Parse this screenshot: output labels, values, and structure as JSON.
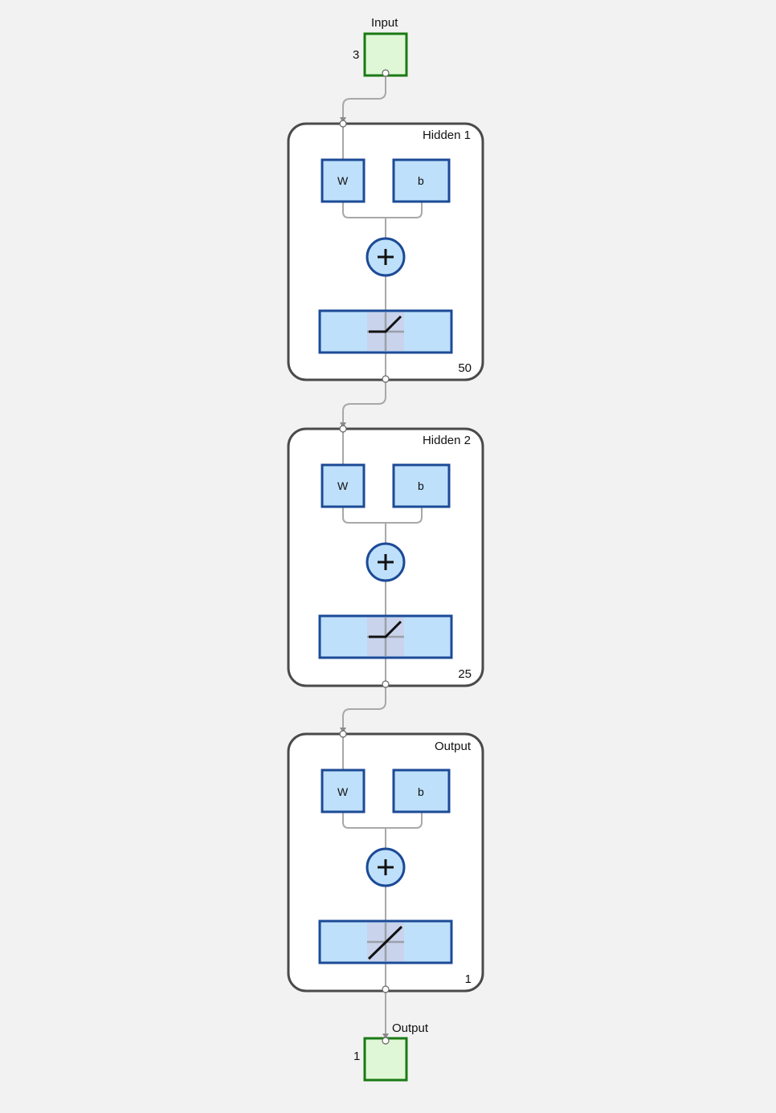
{
  "input": {
    "label": "Input",
    "size": "3"
  },
  "output": {
    "label": "Output",
    "size": "1"
  },
  "layers": [
    {
      "title": "Hidden 1",
      "size": "50",
      "weight": "W",
      "bias": "b",
      "sum_icon": "plus-icon",
      "transfer_icon": "relu-icon"
    },
    {
      "title": "Hidden 2",
      "size": "25",
      "weight": "W",
      "bias": "b",
      "sum_icon": "plus-icon",
      "transfer_icon": "relu-icon"
    },
    {
      "title": "Output",
      "size": "1",
      "weight": "W",
      "bias": "b",
      "sum_icon": "plus-icon",
      "transfer_icon": "linear-icon"
    }
  ],
  "colors": {
    "io_fill": "#dff7d6",
    "io_stroke": "#1a7a14",
    "op_fill": "#bee0fb",
    "op_stroke": "#1c4a96",
    "layer_stroke": "#4a4a4a",
    "wire": "#a8a8a8"
  }
}
